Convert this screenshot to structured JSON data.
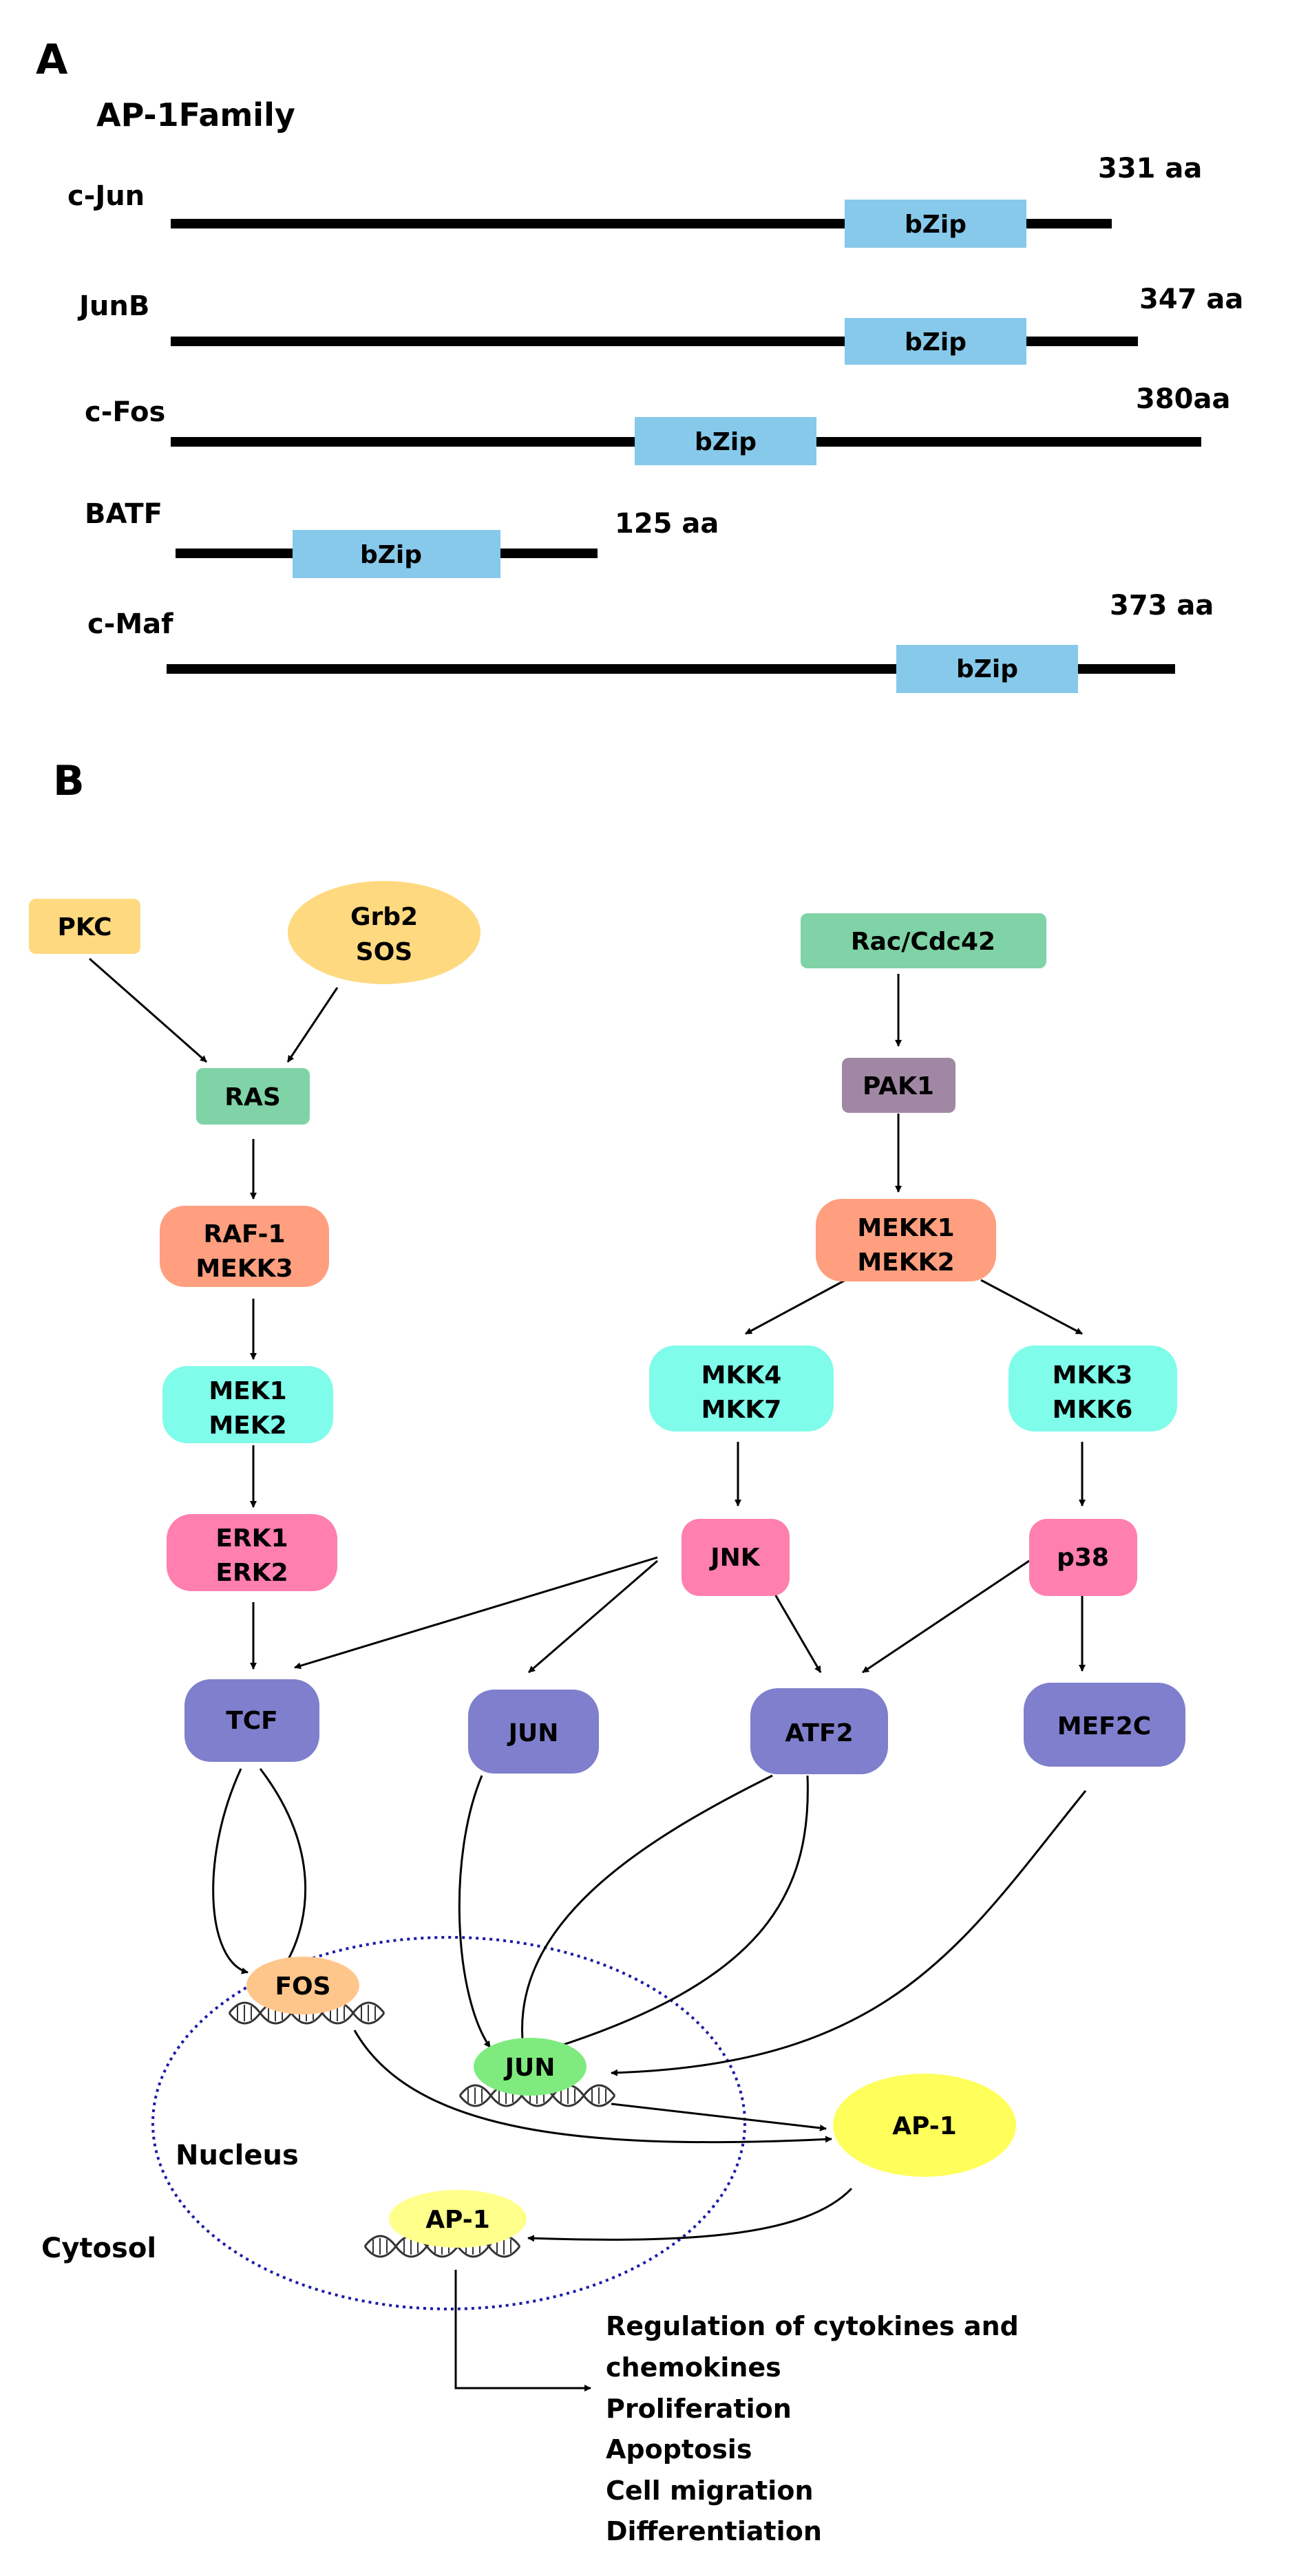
{
  "panel_a": {
    "letter": "A",
    "title": "AP-1Family",
    "proteins": [
      {
        "name": "c-Jun",
        "length": "331 aa",
        "domain": "bZip"
      },
      {
        "name": "JunB",
        "length": "347 aa",
        "domain": "bZip"
      },
      {
        "name": "c-Fos",
        "length": "380aa",
        "domain": "bZip"
      },
      {
        "name": "BATF",
        "length": "125 aa",
        "domain": "bZip"
      },
      {
        "name": "c-Maf",
        "length": "373 aa",
        "domain": "bZip"
      }
    ]
  },
  "panel_b": {
    "letter": "B",
    "nodes": {
      "pkc": "PKC",
      "grb2": [
        "Grb2",
        "SOS"
      ],
      "ras": "RAS",
      "raf": [
        "RAF-1",
        "MEKK3"
      ],
      "mek": [
        "MEK1",
        "MEK2"
      ],
      "erk": [
        "ERK1",
        "ERK2"
      ],
      "tcf": "TCF",
      "jun_tf": "JUN",
      "rac": "Rac/Cdc42",
      "pak1": "PAK1",
      "mekk": [
        "MEKK1",
        "MEKK2"
      ],
      "mkk47": [
        "MKK4",
        "MKK7"
      ],
      "mkk36": [
        "MKK3",
        "MKK6"
      ],
      "jnk": "JNK",
      "p38": "p38",
      "atf2": "ATF2",
      "mef2c": "MEF2C",
      "fos_gene": "FOS",
      "jun_gene": "JUN",
      "ap1_protein": "AP-1",
      "ap1_gene": "AP-1"
    },
    "compartments": {
      "nucleus": "Nucleus",
      "cytosol": "Cytosol"
    },
    "outcomes": [
      "Regulation of cytokines and",
      "chemokines",
      "Proliferation",
      "Apoptosis",
      "Cell migration",
      "Differentiation"
    ],
    "colors": {
      "bzip": "#87c9ea",
      "pkc": "#ffd97f",
      "green_box": "#7fd3a6",
      "pak1": "#a087a3",
      "raf": "#ff9f7f",
      "mek": "#7ffcea",
      "erk": "#ff7fae",
      "tf": "#7f7fcd",
      "fos": "#ffc68c",
      "jun_gene": "#7feb7f",
      "ap1": "#ffff5c",
      "ap1_gene": "#ffff8c",
      "nucleus_border": "#1a1aa6"
    }
  }
}
